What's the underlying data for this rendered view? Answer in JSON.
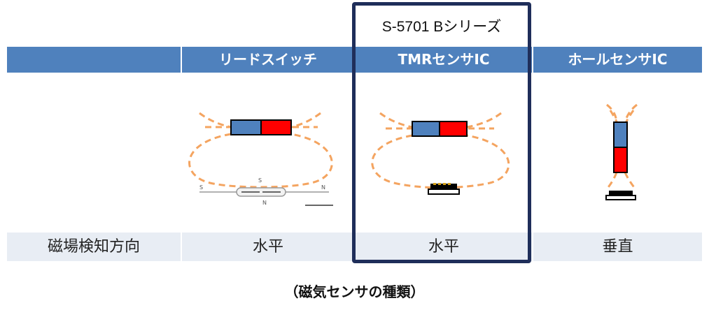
{
  "series_label": "S-5701 Bシリーズ",
  "columns": [
    {
      "header": "",
      "direction": "磁場検知方向"
    },
    {
      "header": "リードスイッチ",
      "direction": "水平"
    },
    {
      "header": "TMRセンサIC",
      "direction": "水平"
    },
    {
      "header": "ホールセンサIC",
      "direction": "垂直"
    }
  ],
  "reed_labels": {
    "left_s": "S",
    "top_s": "S",
    "right_n": "N",
    "bottom_n": "N"
  },
  "caption": "（磁気センサの種類）",
  "colors": {
    "header_band": "#4f81bd",
    "row_band": "#e8edf4",
    "highlight_border": "#1f2e5a",
    "magnet_blue": "#4f81bd",
    "magnet_red": "#ff0000",
    "field_line": "#f4a460"
  }
}
